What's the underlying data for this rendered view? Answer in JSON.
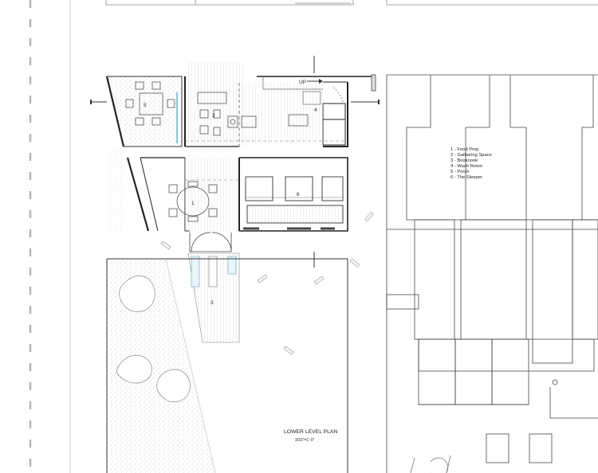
{
  "labels": {
    "up": "UP",
    "room_1": "1",
    "room_2": "2",
    "room_3": "3",
    "room_4": "4",
    "room_5": "5",
    "room_6": "6"
  },
  "legend": [
    "1 - Food Prep",
    "2 - Gathering Space",
    "3 - Booknook",
    "4 - Wash Room",
    "5 - Porch",
    "6 - The Sleeper"
  ],
  "title": "LOWER LEVEL PLAN",
  "scale": "3/16\"=1'-0\""
}
